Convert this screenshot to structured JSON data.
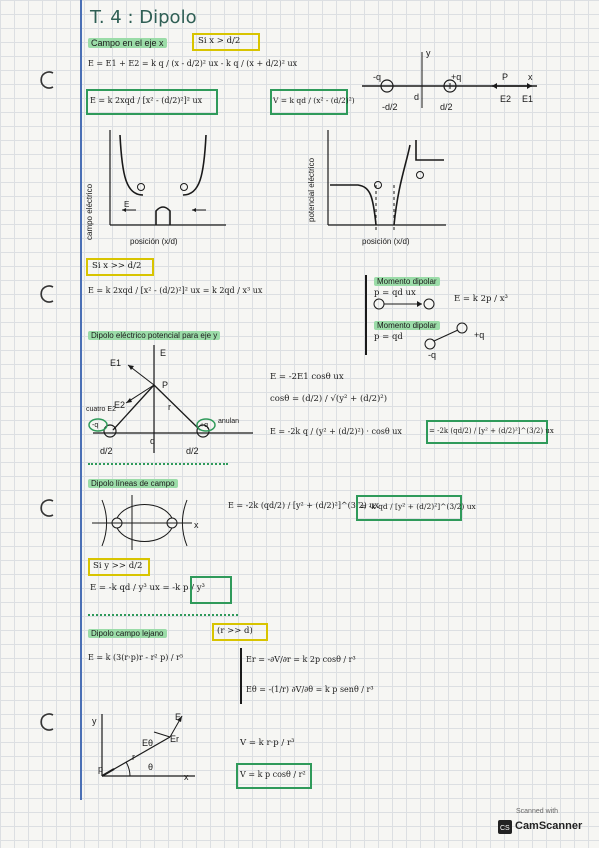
{
  "title": "T. 4 : Dipolo",
  "section_axis_x": {
    "heading": "Campo en el eje x",
    "condition": "Si x > d/2",
    "superposition": "E = E1 + E2 = k q / (x - d/2)² ux - k q / (x + d/2)² ux",
    "field_result": "E = k 2xqd / [x² - (d/2)²]² ux",
    "potential_result": "V = k qd / (x² - (d/2)²)",
    "axis_labels": {
      "neg": "-q",
      "pos": "+q",
      "p": "P",
      "x": "x",
      "y": "y",
      "d": "d",
      "half_left": "-d/2",
      "half_right": "d/2",
      "e2": "E2",
      "e1": "E1"
    }
  },
  "plots": {
    "field_plot": {
      "ylabel": "campo eléctrico",
      "xlabel": "posición (x/d)",
      "e": "E"
    },
    "potential_plot": {
      "ylabel": "potencial eléctrico",
      "xlabel": "posición (x/d)"
    }
  },
  "section_far": {
    "condition": "Si x >> d/2",
    "formula": "E = k 2xqd / [x² - (d/2)²]² ux = k 2qd / x³ ux",
    "moment_label": "Momento dipolar",
    "moment_def": "p = qd ux",
    "moment_field": "E = k 2p / x³",
    "moment_label2": "Momento dipolar",
    "moment_def2": "p = qd",
    "plus": "+q",
    "minus": "-q"
  },
  "section_axis_y": {
    "heading": "Dipolo eléctrico potencial para eje y",
    "eq1": "E = -2E1 cosθ ux",
    "eq2": "cosθ = (d/2) / √(y² + (d/2)²)",
    "eq3": "E = -2k q / (y² + (d/2)²) · cosθ ux",
    "result": "= -2k (qd/2) / [y² + (d/2)²]^(3/2) ux",
    "labels": {
      "e1": "E1",
      "e2": "E2",
      "e": "E",
      "p": "P",
      "r": "r",
      "d": "d",
      "half_left": "d/2",
      "half_right": "d/2",
      "charge_left": "-q",
      "charge_right": "+q",
      "side_left": "cuatro E2",
      "side_right": "anulan"
    }
  },
  "section_lines": {
    "heading": "Dipolo líneas de campo",
    "eq": "E = -2k (qd/2) / [y² + (d/2)²]^(3/2) ux",
    "boxed": "= -k qd / [y² + (d/2)²]^(3/2) ux",
    "x": "x",
    "condition": "Si y >> d/2",
    "approx": "E = -k qd / y³ ux = -k p / y³"
  },
  "section_far_field": {
    "heading": "Dipolo campo lejano",
    "condition": "(r >> d)",
    "eq_main": "E = k (3(r·p)r - r² p) / r⁵",
    "er": "Er = -∂V/∂r = k 2p cosθ / r³",
    "eth": "Eθ = -(1/r) ∂V/∂θ = k p senθ / r³",
    "v1": "V = k r·p / r³",
    "v2": "V = k p cosθ / r²",
    "labels": {
      "y": "y",
      "x": "x",
      "e": "E",
      "er": "Er",
      "eth": "Eθ",
      "r": "r",
      "theta": "θ",
      "p": "p"
    }
  },
  "stamp": {
    "top": "Scanned with",
    "brand": "CamScanner"
  },
  "colors": {
    "margin": "#4a6fb5",
    "highlight": "#9bdca8",
    "yellow_box": "#d8c400",
    "green_box": "#2f9a5a"
  }
}
